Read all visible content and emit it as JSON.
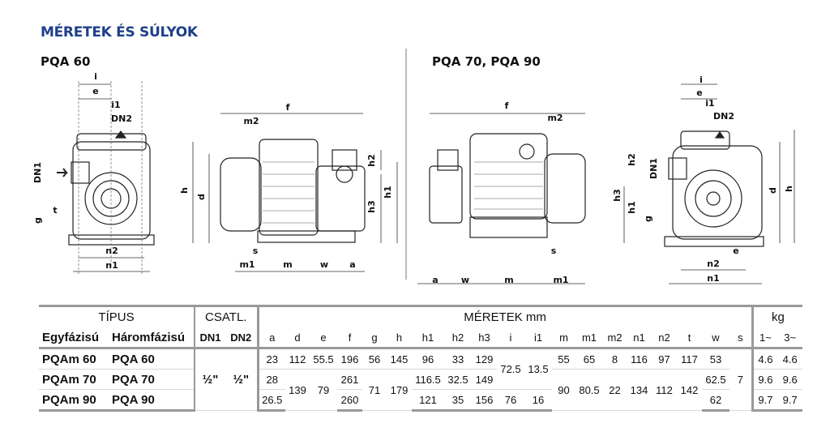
{
  "title": "MÉRETEK ÉS SÚLYOK",
  "sections": {
    "left": "PQA 60",
    "right": "PQA 70, PQA 90"
  },
  "drawings": {
    "pqa60_front": [
      "i",
      "e",
      "i1",
      "DN2",
      "DN1",
      "t",
      "g",
      "n2",
      "n1"
    ],
    "pqa60_side": [
      "f",
      "m2",
      "h",
      "d",
      "h2",
      "h1",
      "h3",
      "s",
      "m1",
      "m",
      "w",
      "a"
    ],
    "pqa70_side": [
      "f",
      "m2",
      "s",
      "a",
      "w",
      "m",
      "m1"
    ],
    "pqa70_front": [
      "i",
      "e",
      "i1",
      "DN2",
      "h2",
      "DN1",
      "h3",
      "h1",
      "g",
      "d",
      "h",
      "e",
      "n2",
      "n1"
    ]
  },
  "table": {
    "group_headers": {
      "type": "TÍPUS",
      "conn": "CSATL.",
      "dims": "MÉRETEK  mm",
      "weight": "kg"
    },
    "col_headers": [
      "Egyfázisú",
      "Háromfázisú",
      "DN1",
      "DN2",
      "a",
      "d",
      "e",
      "f",
      "g",
      "h",
      "h1",
      "h2",
      "h3",
      "i",
      "i1",
      "m",
      "m1",
      "m2",
      "n1",
      "n2",
      "t",
      "w",
      "s",
      "1~",
      "3~"
    ],
    "rows": [
      {
        "single": "PQAm 60",
        "three": "PQA 60",
        "a": "23",
        "f": "196",
        "h1": "96",
        "h2": "33",
        "h3": "129",
        "w": "53",
        "kg1": "4.6",
        "kg3": "4.6"
      },
      {
        "single": "PQAm 70",
        "three": "PQA 70",
        "a": "28",
        "f": "261",
        "h1": "116.5",
        "h2": "32.5",
        "h3": "149",
        "w": "62.5",
        "kg1": "9.6",
        "kg3": "9.6"
      },
      {
        "single": "PQAm 90",
        "three": "PQA 90",
        "a": "26.5",
        "f": "260",
        "h1": "121",
        "h2": "35",
        "h3": "156",
        "w": "62",
        "kg1": "9.7",
        "kg3": "9.7"
      }
    ],
    "merged": {
      "dn1": "½\"",
      "dn2": "½\"",
      "d_60": "112",
      "e_60": "55.5",
      "g_60": "56",
      "h_60": "145",
      "d_7090": "139",
      "e_7090": "79",
      "g_7090": "71",
      "h_7090": "179",
      "i_6070": "72.5",
      "i1_6070": "13.5",
      "i_90": "76",
      "i1_90": "16",
      "m_60": "55",
      "m1_60": "65",
      "m2_60": "8",
      "n1_60": "116",
      "n2_60": "97",
      "t_60": "117",
      "m_7090": "90",
      "m1_7090": "80.5",
      "m2_7090": "22",
      "n1_7090": "134",
      "n2_7090": "112",
      "t_7090": "142",
      "s": "7"
    }
  }
}
